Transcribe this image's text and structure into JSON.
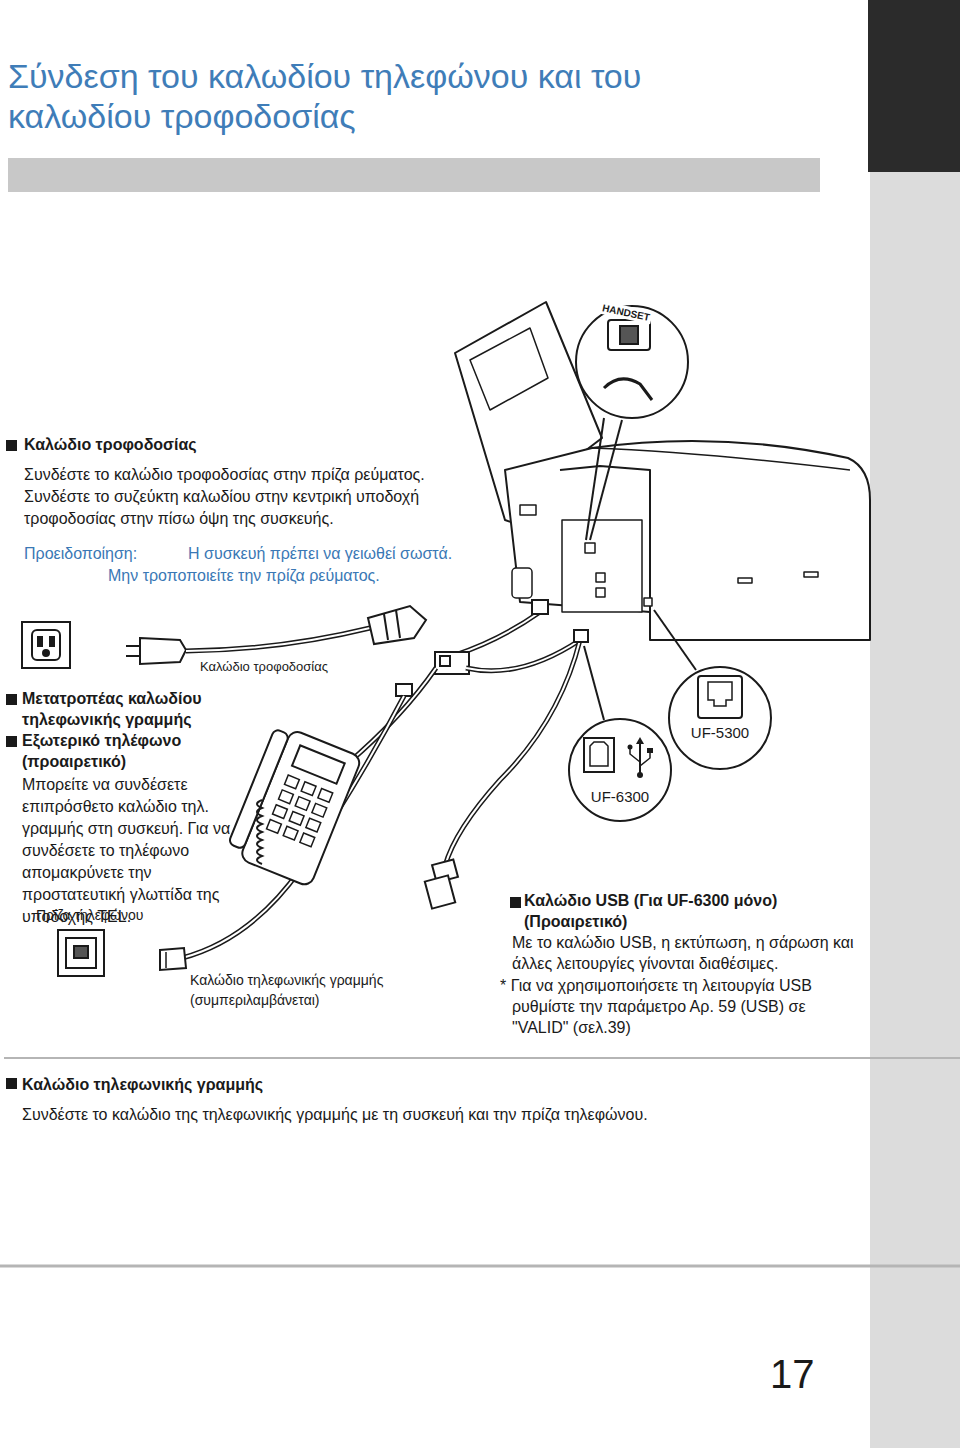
{
  "diagram": {
    "title": "Σύνδεση του καλωδίου τηλεφώνου και του καλωδίου τροφοδοσίας",
    "nodes": [
      {
        "text": [
          "UF-5300"
        ]
      },
      {
        "text": [
          "UF-6300"
        ]
      }
    ],
    "labels": [
      "Καλώδιο τροφοδοσίας",
      "Συνδέστε το καλώδιο τροφοδοσίας στην πρίζα ρεύματος. Συνδέστε το συζεύκτη καλωδίου στην κεντρική υποδοχή τροφοδοσίας στην πίσω όψη της συσκευής.",
      "Προειδοποίηση:",
      "Η συσκευή πρέπει να γειωθεί σωστά.",
      "Μην τροποποιείτε την πρίζα ρεύματος.",
      "HANDSET",
      "Καλώδιο τροφοδοσίας",
      "Μετατροπέας καλωδίου τηλεφωνικής γραμμής",
      "Εξωτερικό τηλέφωνο (προαιρετικό)",
      "Μπορείτε να συνδέσετε επιπρόσθετο καλώδιο τηλ. γραμμής στη συσκευή. Για να συνδέσετε το τηλέφωνο απομακρύνετε την προστατευτική γλωττίδα της υποδοχής TEL.",
      "Πρίζα τηλεφώνου",
      "Καλώδιο τηλεφωνικής γραμμής (συμπεριλαμβάνεται)",
      "Καλώδιο USB (Για UF-6300 μόνο) (Προαιρετικό)",
      "Με το καλώδιο USB, η εκτύπωση, η σάρωση και άλλες λειτουργίες γίνονται διαθέσιμες.",
      "* Για να χρησιμοποιήσετε τη λειτουργία USB ρυθμίστε την παράμετρο Αρ. 59 (USB) σε \"VALID\" (σελ.39)",
      "Καλώδιο τηλεφωνικής γραμμής",
      "Συνδέστε το καλώδιο της τηλεφωνικής γραμμής με τη συσκευή και την πρίζα τηλεφώνου.",
      "17"
    ]
  }
}
